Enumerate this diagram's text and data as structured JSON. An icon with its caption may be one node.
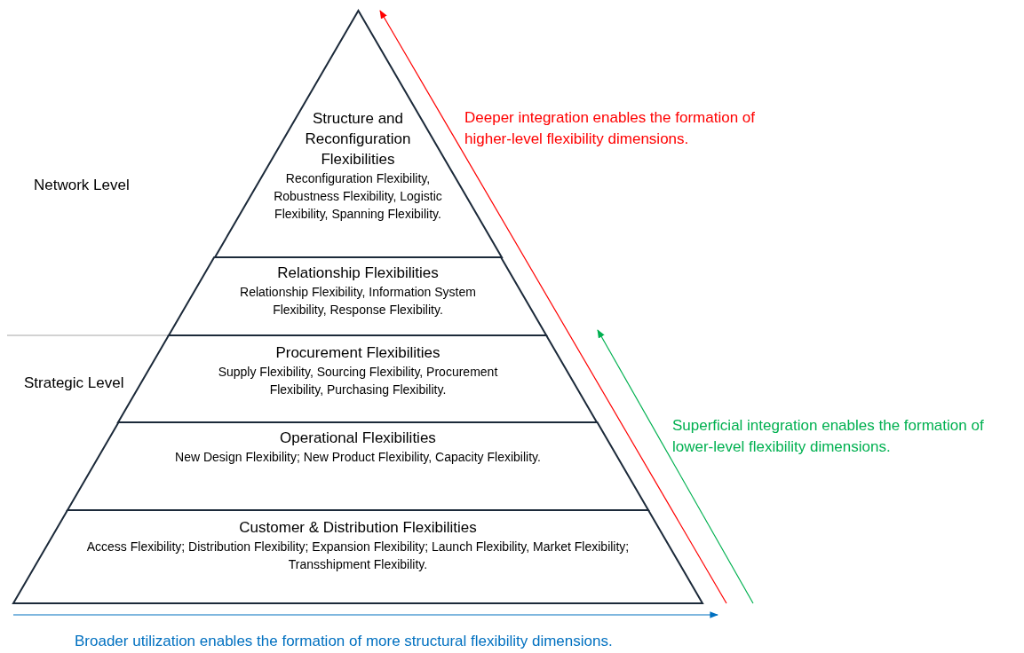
{
  "diagram": {
    "nodes": [
      {
        "text": [
          "Structure and Reconfiguration Flexibilities",
          "Reconfiguration Flexibility, Robustness Flexibility, Logistic Flexibility, Spanning Flexibility."
        ]
      },
      {
        "text": [
          "Relationship Flexibilities",
          "Relationship Flexibility, Information System Flexibility, Response Flexibility."
        ]
      },
      {
        "text": [
          "Procurement Flexibilities",
          "Supply Flexibility, Sourcing Flexibility, Procurement Flexibility, Purchasing Flexibility."
        ]
      },
      {
        "text": [
          "Operational Flexibilities",
          "New Design Flexibility; New Product Flexibility, Capacity Flexibility."
        ]
      },
      {
        "text": [
          "Customer & Distribution Flexibilities",
          "Access Flexibility; Distribution Flexibility; Expansion Flexibility; Launch Flexibility, Market Flexibility; Transshipment Flexibility."
        ]
      }
    ],
    "edges": [],
    "labels": [
      "Network Level",
      "Deeper integration enables the formation of higher-level flexibility dimensions.",
      "Strategic Level",
      "Superficial integration enables the formation of lower-level flexibility dimensions.",
      "Broader utilization enables the formation of more structural flexibility dimensions."
    ]
  }
}
